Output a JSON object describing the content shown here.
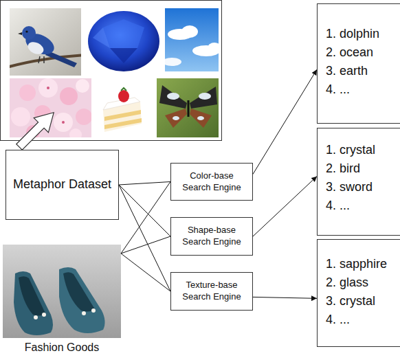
{
  "diagram": {
    "nodes": [
      {
        "text": [
          "Metaphor Dataset"
        ]
      },
      {
        "text": [
          "Fashion Goods"
        ]
      },
      {
        "text": [
          "Color-base Search Engine"
        ]
      },
      {
        "text": [
          "Shape-base Search Engine"
        ]
      },
      {
        "text": [
          "Texture-base Search Engine"
        ]
      },
      {
        "text": [
          "1. dolphin",
          "2. ocean",
          "3. earth",
          "4. ..."
        ]
      },
      {
        "text": [
          "1. crystal",
          "2. bird",
          "3. sword",
          "4. ..."
        ]
      },
      {
        "text": [
          "1. sapphire",
          "2. glass",
          "3. crystal",
          "4. ..."
        ]
      }
    ],
    "edges": [
      {
        "from": 0,
        "to": 2,
        "arrow": "none"
      },
      {
        "from": 0,
        "to": 3,
        "arrow": "none"
      },
      {
        "from": 0,
        "to": 4,
        "arrow": "none"
      },
      {
        "from": 1,
        "to": 2,
        "arrow": "none"
      },
      {
        "from": 1,
        "to": 3,
        "arrow": "none"
      },
      {
        "from": 1,
        "to": 4,
        "arrow": "none"
      },
      {
        "from": 2,
        "to": 5,
        "arrow": "to"
      },
      {
        "from": 3,
        "to": 6,
        "arrow": "to"
      },
      {
        "from": 4,
        "to": 7,
        "arrow": "to"
      }
    ]
  }
}
